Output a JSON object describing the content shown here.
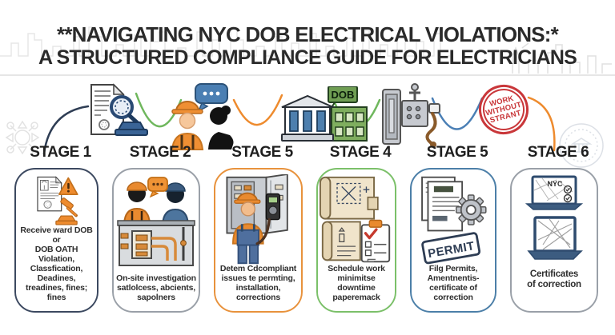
{
  "title": {
    "line1": "**NAVIGATING NYC DOB ELECTRICAL VIOLATIONS:*",
    "line2": "A STRUCTURED COMPLIANCE GUIDE FOR ELECTRICIANS"
  },
  "stages": [
    {
      "label": "STAGE 1",
      "icon": "violation-document-magnifier-icon",
      "caption": "Receive ward DOB or\nDOB OATH Violation,\nClassfication, Deadines,\ntreadines, fines; fines"
    },
    {
      "label": "STAGE 2",
      "icon": "worker-conversation-icon",
      "caption": "On-site investigation\nsatlolcess, abcients,\nsapolners"
    },
    {
      "label": "STAGE 5",
      "icon": "dob-building-icon",
      "caption": "Detem Cdcompliant\nissues te permting,\ninstallation,\ncorrections"
    },
    {
      "label": "STAGE 4",
      "icon": "electrical-meter-icon",
      "caption": "Schedule work\nminimitse downtime\npaperemack"
    },
    {
      "label": "STAGE 5",
      "icon": "work-without-permit-stamp-icon",
      "caption": "Filg Permits,\nAmentnentis-\ncertificate of\ncorrection"
    },
    {
      "label": "STAGE 6",
      "icon": "nyc-watermark-seal-icon",
      "caption": "Certificates\nof correction"
    }
  ],
  "stamp": {
    "lines": [
      "WORK",
      "WITHOUT",
      "STRANT"
    ]
  },
  "dob_sign_label": "DOB",
  "permit_stamp_label": "PERMIT",
  "laptop_screen_label": "NYC",
  "colors": {
    "navy": "#2e3d54",
    "green": "#6fb75d",
    "orange": "#ee8b2e",
    "blue": "#4a7fb5",
    "stamp_red": "#c9373a",
    "card_border_1": "#3c4960",
    "card_border_2": "#9aa0a8",
    "card_border_3": "#e8923c",
    "card_border_4": "#7bc069",
    "card_border_5": "#4c7fa8",
    "card_border_6": "#9aa0a8"
  }
}
